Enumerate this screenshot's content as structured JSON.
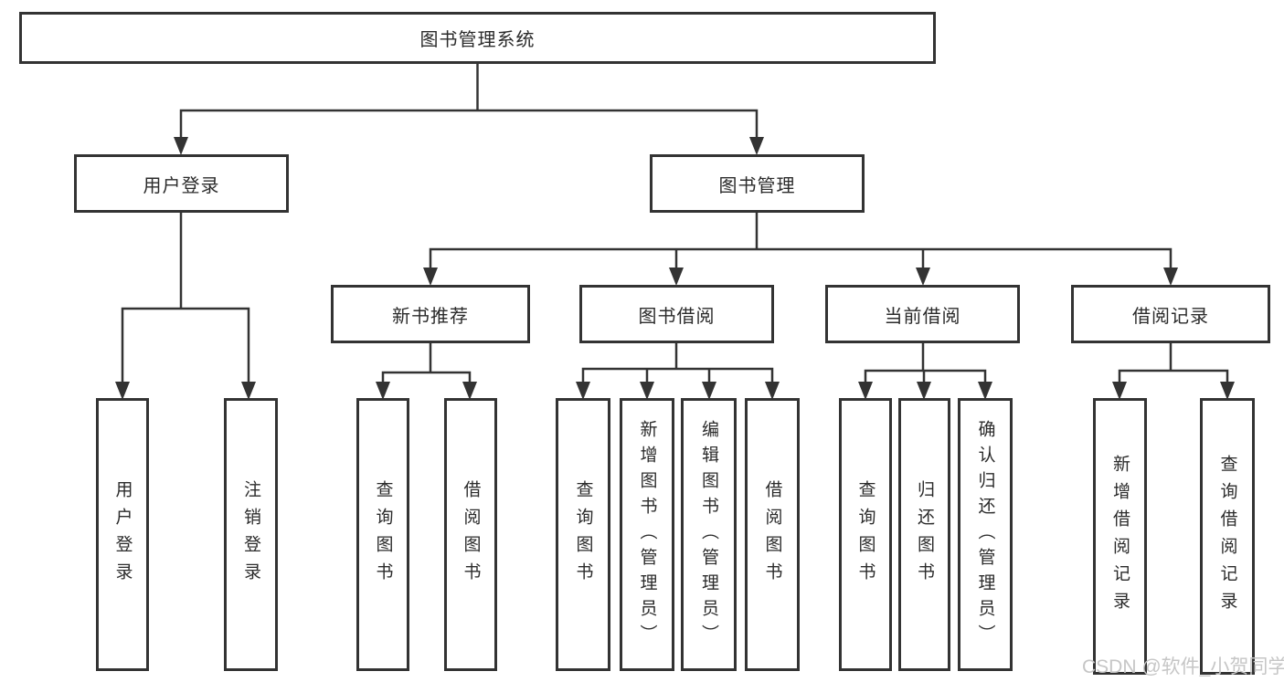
{
  "diagram_type": "tree",
  "tree": {
    "root": {
      "label": "图书管理系统"
    },
    "level2": [
      {
        "label": "用户登录",
        "children": [
          {
            "label": "用户登录"
          },
          {
            "label": "注销登录"
          }
        ]
      },
      {
        "label": "图书管理",
        "children": [
          {
            "label": "新书推荐",
            "children": [
              {
                "label": "查询图书"
              },
              {
                "label": "借阅图书"
              }
            ]
          },
          {
            "label": "图书借阅",
            "children": [
              {
                "label": "查询图书"
              },
              {
                "label": "新增图书（管理员）"
              },
              {
                "label": "编辑图书（管理员）"
              },
              {
                "label": "借阅图书"
              }
            ]
          },
          {
            "label": "当前借阅",
            "children": [
              {
                "label": "查询图书"
              },
              {
                "label": "归还图书"
              },
              {
                "label": "确认归还（管理员）"
              }
            ]
          },
          {
            "label": "借阅记录",
            "children": [
              {
                "label": "新增借阅记录"
              },
              {
                "label": "查询借阅记录"
              }
            ]
          }
        ]
      }
    ]
  },
  "watermark": {
    "text": "CSDN @软件_小贺同学"
  },
  "colors": {
    "line": "#333333",
    "box_border": "#333333",
    "text": "#2b2b2b",
    "watermark": "#c6c6c6",
    "background": "#ffffff"
  }
}
